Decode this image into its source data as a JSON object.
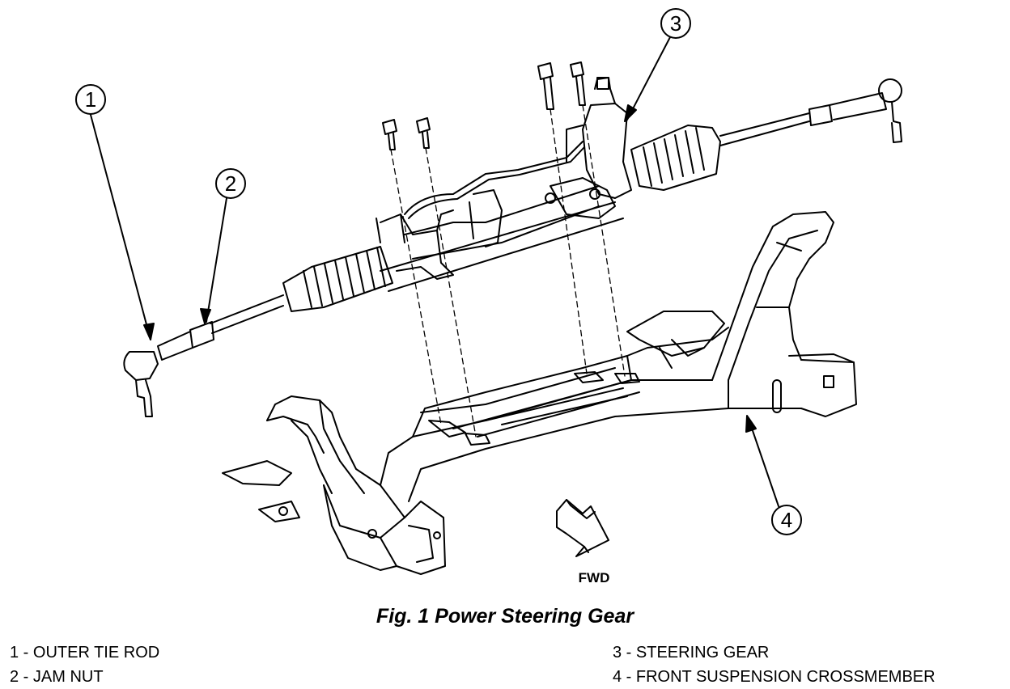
{
  "figure": {
    "caption": "Fig. 1 Power Steering Gear",
    "direction_label": "FWD"
  },
  "callouts": [
    {
      "number": "1",
      "label": "1 - OUTER TIE ROD"
    },
    {
      "number": "2",
      "label": "2 - JAM NUT"
    },
    {
      "number": "3",
      "label": "3 - STEERING GEAR"
    },
    {
      "number": "4",
      "label": "4 - FRONT SUSPENSION CROSSMEMBER"
    }
  ],
  "colors": {
    "ink": "#000000",
    "paper": "#ffffff"
  }
}
